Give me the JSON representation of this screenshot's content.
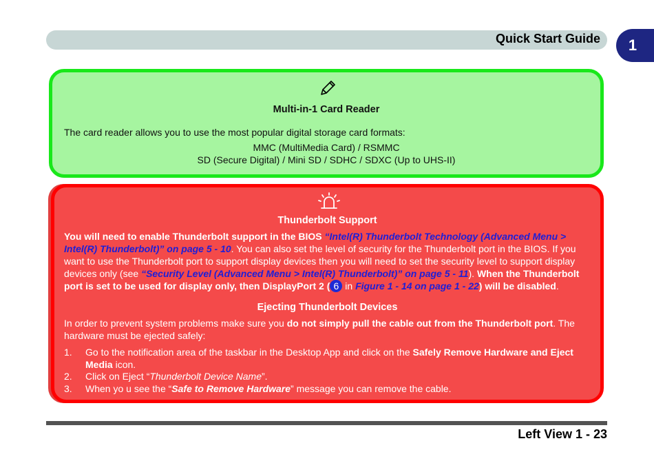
{
  "header": {
    "title": "Quick Start Guide",
    "chapter": "1"
  },
  "note": {
    "icon": "pen-icon",
    "heading": "Multi-in-1 Card Reader",
    "text": "The card reader allows you to use the most popular digital storage card formats:",
    "formats": [
      "MMC (MultiMedia Card) / RSMMC",
      "SD (Secure Digital) / Mini SD / SDHC / SDXC (Up to UHS-II)"
    ]
  },
  "warning": {
    "icon": "alarm-icon",
    "heading": "Thunderbolt Support",
    "p1_bold": "You will need to enable Thunderbolt support in the BIOS ",
    "p1_xref1": "“Intel(R) Thunderbolt Technology  (Advanced Menu > Intel(R) Thunderbolt)” on page 5 - 10",
    "p1_text1": ". You can also set the level of security for the Thunderbolt port in the BIOS. If you want to use the Thunderbolt port to support display devices then you will need to set the security level to support display devices only (see ",
    "p1_xref2": "“Security Level (Advanced Menu > Intel(R) Thunderbolt)” on page 5 - 11",
    "p1_text2": "). ",
    "p1_bold2": "When the Thunderbolt port is set to be used for display only, then DisplayPort 2 (",
    "p1_circ": "6",
    "p1_in": " in ",
    "p1_xref3": "Figure 1 - 14 on page 1 - 22",
    "p1_bold3": ") will be disabled",
    "p1_end": ".",
    "sub_heading": "Ejecting Thunderbolt Devices",
    "eject_text1": "In order to prevent system problems make sure you ",
    "eject_bold": "do not simply pull the cable out from the Thunderbolt port",
    "eject_text2": ". The hardware must be ejected safely:",
    "steps": [
      {
        "num": "1.",
        "a": "Go to the notification area of the taskbar in the Desktop App and click on the ",
        "b": "Safely Remove Hardware and Eject Media",
        "c": " icon."
      },
      {
        "num": "2.",
        "a": "Click on Eject “",
        "i": "Thunderbolt Device Name",
        "c": "”."
      },
      {
        "num": "3.",
        "a": "When yo u see the “",
        "bi": "Safe to Remove Hardware",
        "c": "” message you can remove the cable."
      }
    ]
  },
  "footer": {
    "page_label": "Left View 1 - 23"
  }
}
